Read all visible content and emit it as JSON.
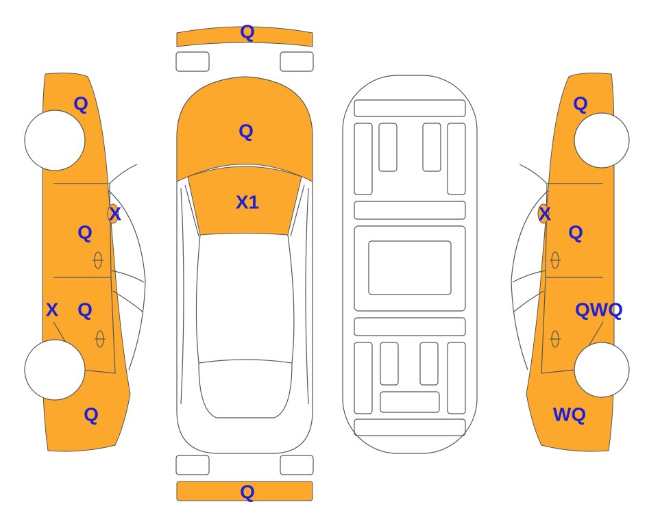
{
  "colors": {
    "damage_fill": "#FBA82C",
    "outline": "#555555",
    "label": "#1F1FD4",
    "background": "#FFFFFF"
  },
  "labels": {
    "front_bumper": "Q",
    "hood": "Q",
    "windshield": "X1",
    "rear_bumper": "Q",
    "left_front_fender": "Q",
    "left_mirror": "X",
    "left_front_door": "Q",
    "left_rear_door": "Q",
    "left_rocker": "X",
    "left_rear_quarter": "Q",
    "right_front_fender": "Q",
    "right_mirror": "X",
    "right_front_door": "Q",
    "right_rear_door": "QWQ",
    "right_rear_quarter": "WQ"
  }
}
